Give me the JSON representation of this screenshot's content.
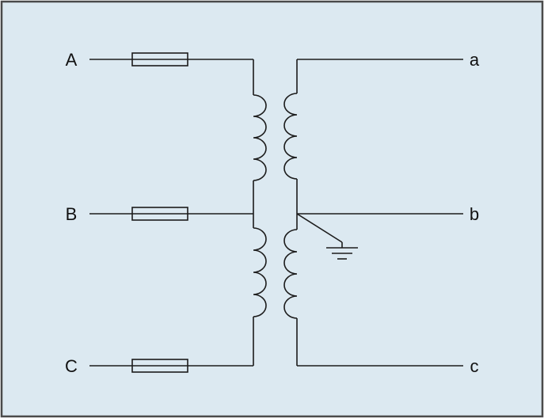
{
  "colors": {
    "background": "#dce9f1",
    "stroke": "#1c1c1c",
    "border": "#4a4a4a"
  },
  "labels": {
    "primary": [
      "A",
      "B",
      "C"
    ],
    "secondary": [
      "a",
      "b",
      "c"
    ]
  },
  "components": {
    "fuses": [
      "fuse-phase-a",
      "fuse-phase-b",
      "fuse-phase-c"
    ],
    "windings": [
      "primary-winding-upper",
      "primary-winding-lower",
      "secondary-winding-upper",
      "secondary-winding-lower"
    ],
    "ground": "earth-ground-on-secondary-center-tap"
  }
}
